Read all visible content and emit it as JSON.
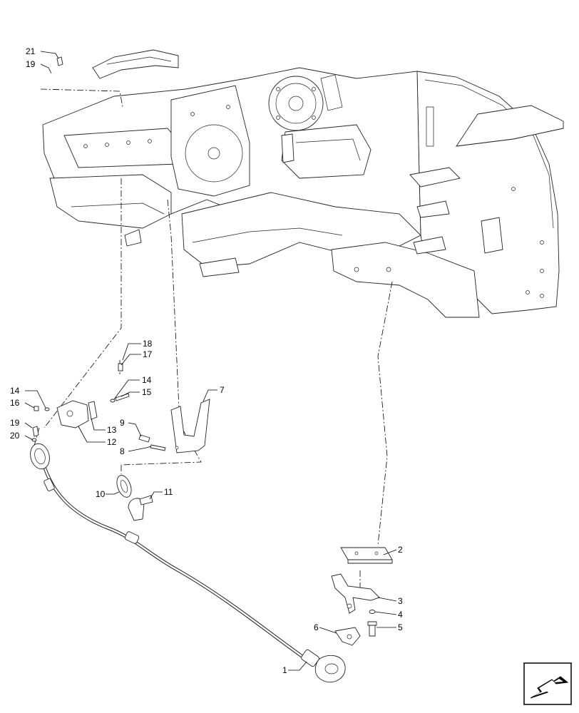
{
  "callouts": [
    {
      "id": "c1",
      "text": "1"
    },
    {
      "id": "c2",
      "text": "2"
    },
    {
      "id": "c3",
      "text": "3"
    },
    {
      "id": "c4",
      "text": "4"
    },
    {
      "id": "c5",
      "text": "5"
    },
    {
      "id": "c6",
      "text": "6"
    },
    {
      "id": "c7",
      "text": "7"
    },
    {
      "id": "c8",
      "text": "8"
    },
    {
      "id": "c9",
      "text": "9"
    },
    {
      "id": "c10",
      "text": "10"
    },
    {
      "id": "c11",
      "text": "11"
    },
    {
      "id": "c12",
      "text": "12"
    },
    {
      "id": "c13",
      "text": "13"
    },
    {
      "id": "c14a",
      "text": "14"
    },
    {
      "id": "c14b",
      "text": "14"
    },
    {
      "id": "c15",
      "text": "15"
    },
    {
      "id": "c16",
      "text": "16"
    },
    {
      "id": "c17",
      "text": "17"
    },
    {
      "id": "c18",
      "text": "18"
    },
    {
      "id": "c19a",
      "text": "19"
    },
    {
      "id": "c19b",
      "text": "19"
    },
    {
      "id": "c20",
      "text": "20"
    },
    {
      "id": "c21",
      "text": "21"
    }
  ],
  "icons": {
    "navigation": "page-arrow-icon"
  }
}
